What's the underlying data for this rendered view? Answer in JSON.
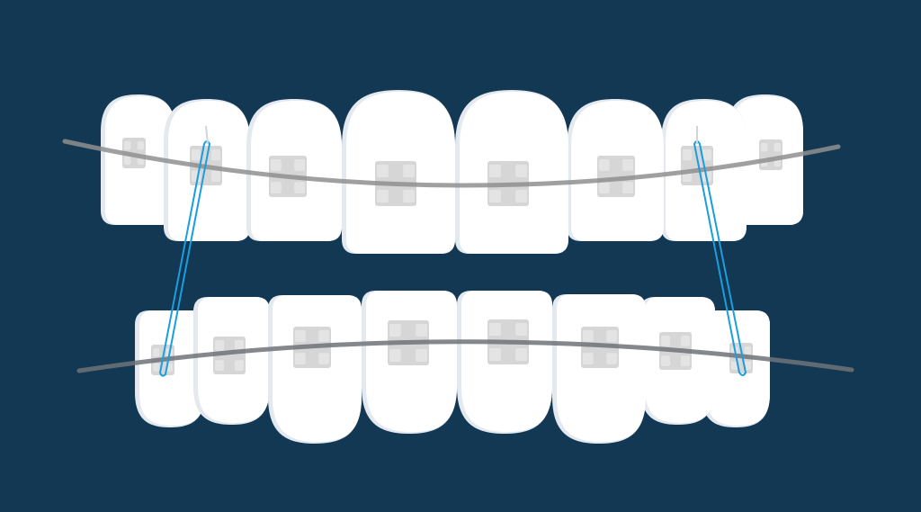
{
  "illustration": {
    "subject": "teeth-with-braces",
    "colors": {
      "background": "#123854",
      "tooth": "#ffffff",
      "tooth_shade": "#e3e9ee",
      "bracket": "#d6d6d6",
      "bracket_pad": "#e4e4e4",
      "archwire": "#8f8f8f",
      "elastic": "#1a9ee0"
    },
    "upper_teeth_count": 8,
    "lower_teeth_count": 8,
    "elastics_count": 2
  }
}
